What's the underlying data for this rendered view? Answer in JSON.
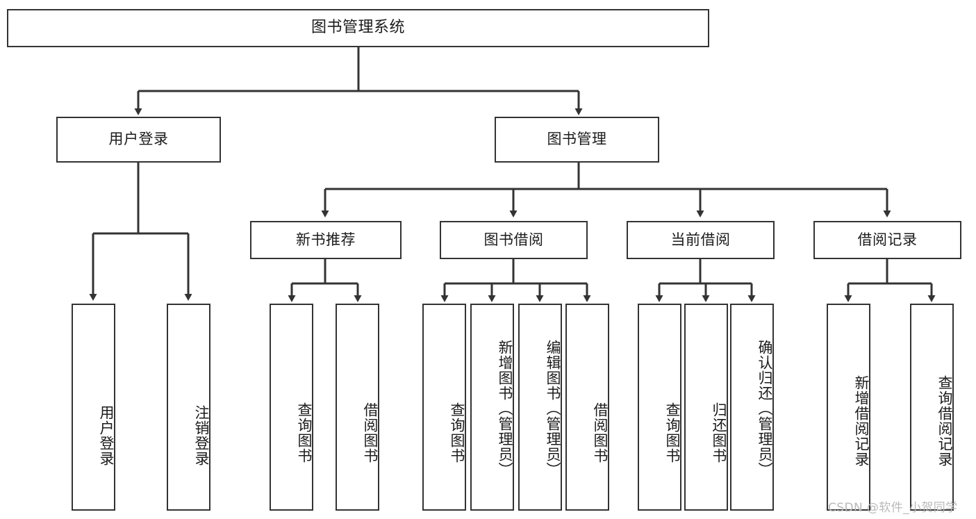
{
  "diagram": {
    "title": "图书管理系统",
    "type": "tree-hierarchy",
    "watermark": "CSDN @软件_小贺同学",
    "colors": {
      "stroke": "#333333",
      "fill": "#ffffff",
      "text": "#1b1b1b",
      "watermark": "#b9b9b9"
    },
    "root": {
      "label": "图书管理系统"
    },
    "level2": [
      {
        "id": "user-login",
        "label": "用户登录"
      },
      {
        "id": "book-manage",
        "label": "图书管理"
      }
    ],
    "level3": [
      {
        "id": "new-book-recommend",
        "label": "新书推荐"
      },
      {
        "id": "book-borrow",
        "label": "图书借阅"
      },
      {
        "id": "current-borrow",
        "label": "当前借阅"
      },
      {
        "id": "borrow-record",
        "label": "借阅记录"
      }
    ],
    "leaves": {
      "user_login": [
        {
          "id": "leaf-user-login",
          "label": "用户登录"
        },
        {
          "id": "leaf-user-logout",
          "label": "注销登录"
        }
      ],
      "new_book_recommend": [
        {
          "id": "leaf-query-book-1",
          "label": "查询图书"
        },
        {
          "id": "leaf-borrow-book-1",
          "label": "借阅图书"
        }
      ],
      "book_borrow": [
        {
          "id": "leaf-query-book-2",
          "label": "查询图书"
        },
        {
          "id": "leaf-add-book",
          "label": "新增图书（管理员）"
        },
        {
          "id": "leaf-edit-book",
          "label": "编辑图书（管理员）"
        },
        {
          "id": "leaf-borrow-book-2",
          "label": "借阅图书"
        }
      ],
      "current_borrow": [
        {
          "id": "leaf-query-book-3",
          "label": "查询图书"
        },
        {
          "id": "leaf-return-book",
          "label": "归还图书"
        },
        {
          "id": "leaf-confirm-return",
          "label": "确认归还（管理员）"
        }
      ],
      "borrow_record": [
        {
          "id": "leaf-add-record",
          "label": "新增借阅记录"
        },
        {
          "id": "leaf-query-record",
          "label": "查询借阅记录"
        }
      ]
    }
  }
}
